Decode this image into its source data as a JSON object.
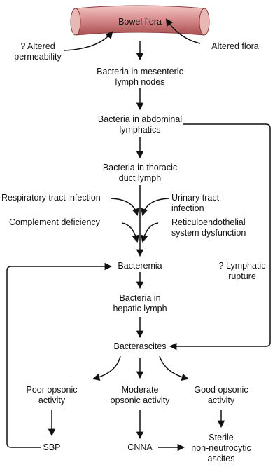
{
  "nodes": {
    "bowel_flora": "Bowel flora",
    "altered_permeability": [
      "? Altered",
      "permeability"
    ],
    "altered_flora": "Altered flora",
    "mesenteric": [
      "Bacteria in mesenteric",
      "lymph nodes"
    ],
    "abdominal": [
      "Bacteria in abdominal",
      "lymphatics"
    ],
    "thoracic": [
      "Bacteria in thoracic",
      "duct lymph"
    ],
    "respiratory": "Respiratory tract infection",
    "urinary": [
      "Urinary tract",
      "infection"
    ],
    "complement": "Complement deficiency",
    "reticulo": [
      "Reticuloendothelial",
      "system dysfunction"
    ],
    "bacteremia": "Bacteremia",
    "lymphatic_rupture": [
      "? Lymphatic",
      "rupture"
    ],
    "hepatic": [
      "Bacteria in",
      "hepatic lymph"
    ],
    "bacterascites": "Bacterascites",
    "poor": [
      "Poor opsonic",
      "activity"
    ],
    "moderate": [
      "Moderate",
      "opsonic activity"
    ],
    "good": [
      "Good opsonic",
      "activity"
    ],
    "sbp": "SBP",
    "cnna": "CNNA",
    "sterile": [
      "Sterile",
      "non-neutrocytic",
      "ascites"
    ]
  },
  "colors": {
    "tube": "#d98e8e",
    "tube_dark": "#b55a5a",
    "tube_end": "#e7b8b4",
    "line": "#111111"
  }
}
